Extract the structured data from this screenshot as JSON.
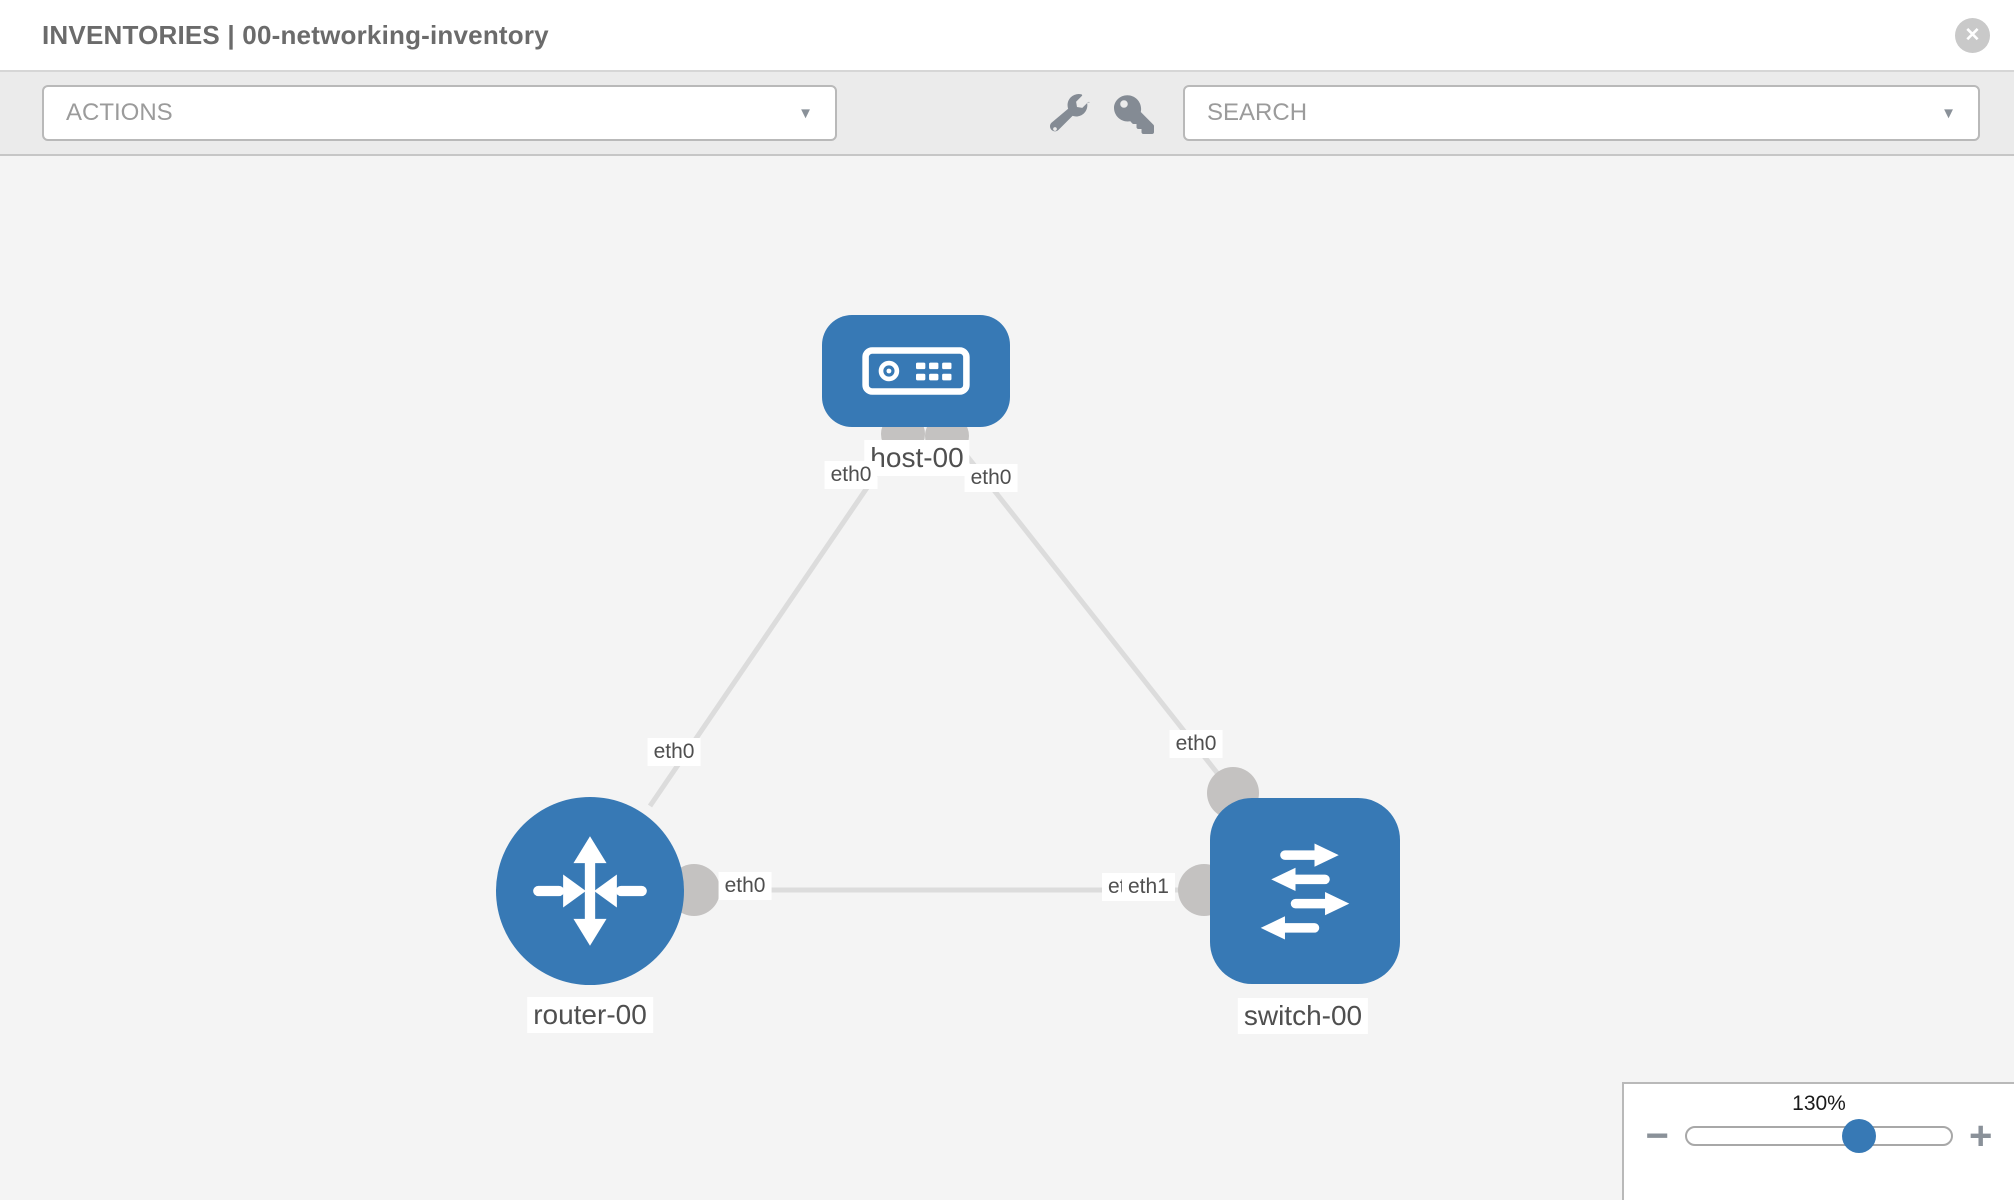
{
  "header": {
    "title": "INVENTORIES | 00-networking-inventory"
  },
  "toolbar": {
    "actions_label": "ACTIONS",
    "search_label": "SEARCH"
  },
  "icons": {
    "caret": "▼",
    "close": "✕",
    "minus": "−",
    "plus": "+",
    "names": [
      "wrench-icon",
      "key-icon",
      "close-icon",
      "caret-down-icon",
      "host-icon",
      "router-icon",
      "switch-icon"
    ]
  },
  "graph": {
    "nodes": [
      {
        "id": "host-00",
        "label": "host-00",
        "type": "host"
      },
      {
        "id": "router-00",
        "label": "router-00",
        "type": "router"
      },
      {
        "id": "switch-00",
        "label": "switch-00",
        "type": "switch"
      }
    ],
    "links": [
      {
        "from": "host-00",
        "from_iface": "eth0",
        "to": "router-00",
        "to_iface": "eth0"
      },
      {
        "from": "host-00",
        "from_iface": "eth0",
        "to": "switch-00",
        "to_iface": "eth0"
      },
      {
        "from": "router-00",
        "from_iface": "eth0",
        "to": "switch-00",
        "to_iface": "eth1"
      }
    ],
    "iface_chips": {
      "host_left": "eth0",
      "host_right": "eth0",
      "diag_left_mid": "eth0",
      "diag_right_mid": "eth0",
      "mid_left": "eth0",
      "mid_right_under": "eth0",
      "mid_right_over": "eth1"
    }
  },
  "zoom_control": {
    "value": "130%"
  },
  "colors": {
    "node_blue": "#3779b5",
    "link_gray": "#dcdcdc",
    "dot_gray": "#c4c2c1",
    "toolbar_gray": "#ebebeb",
    "canvas_gray": "#f4f4f4",
    "icon_gray": "#848b94"
  }
}
